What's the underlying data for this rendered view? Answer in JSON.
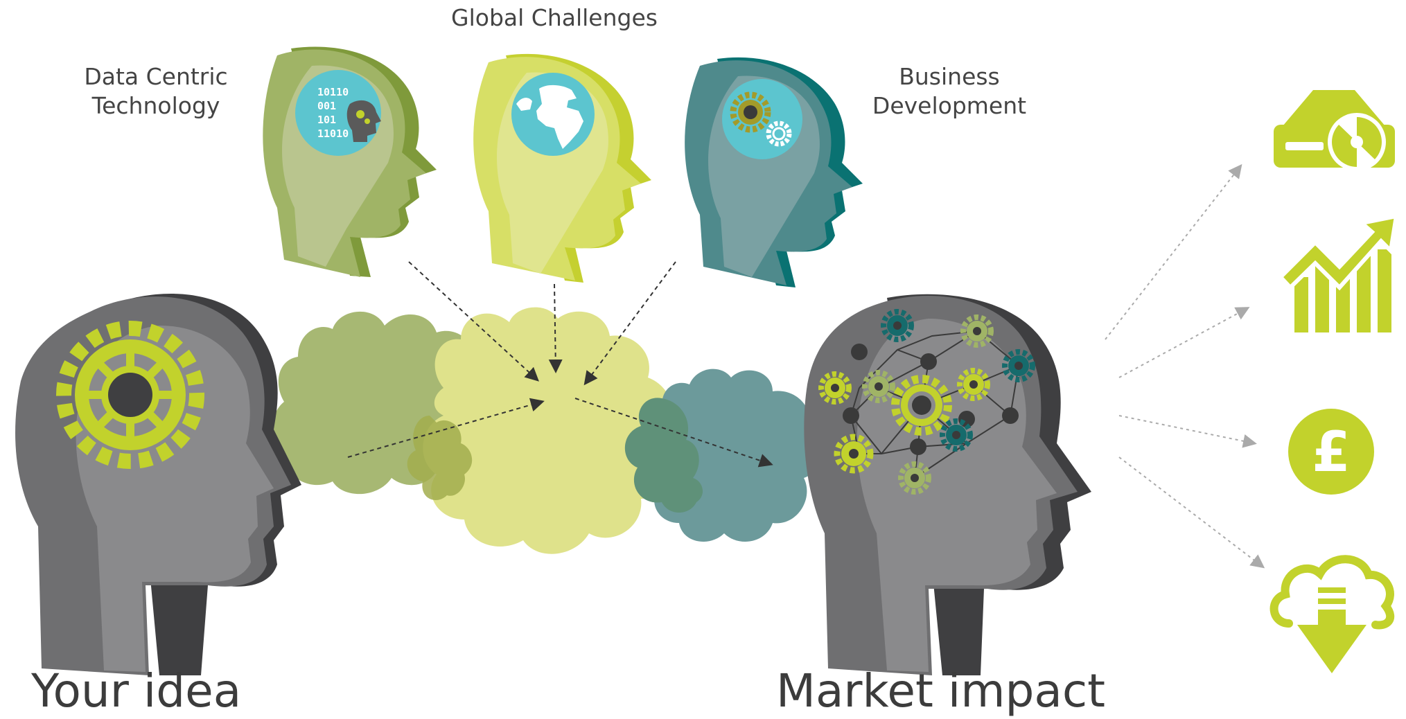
{
  "labels": {
    "data_centric": "Data Centric\nTechnology",
    "global": "Global Challenges",
    "business": "Business\nDevelopment",
    "your_idea": "Your idea",
    "market_impact": "Market impact"
  },
  "head_icons": {
    "data_centric_binary": [
      "10110",
      "001",
      "101",
      "11010"
    ]
  },
  "output_icons": [
    "hard-drive-icon",
    "growth-chart-icon",
    "pound-coin-icon",
    "cloud-download-icon"
  ],
  "colors": {
    "dark_grey": "#6e6e6e",
    "mid_grey": "#8a8a8a",
    "olive": "#a0b466",
    "lime": "#c8d43a",
    "pale_lime": "#dfe28a",
    "teal": "#4f8a8c",
    "cyan": "#5cc5cf",
    "dark_teal": "#166b6c",
    "accent_green": "#c2d22c"
  }
}
